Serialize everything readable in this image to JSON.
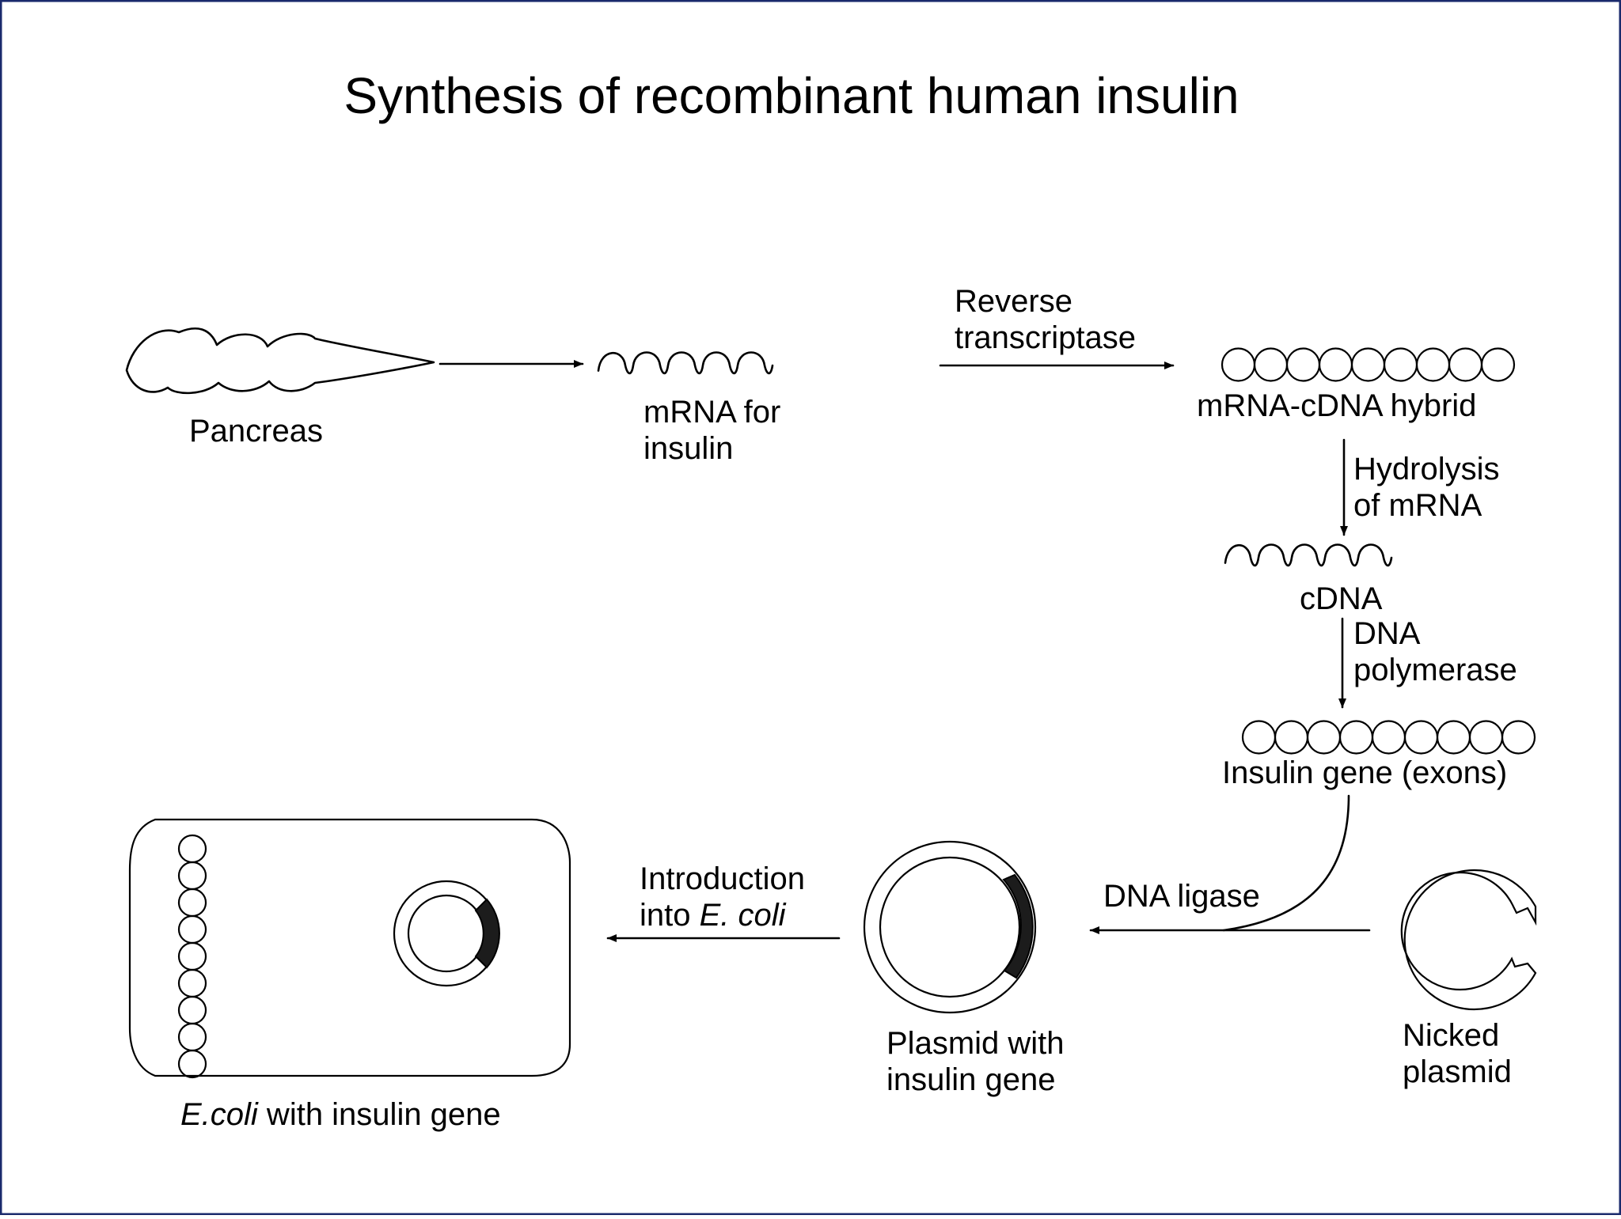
{
  "title": "Synthesis of recombinant human insulin",
  "border_color": "#1a2a6c",
  "stages": {
    "pancreas": "Pancreas",
    "mrna_line1": "mRNA for",
    "mrna_line2": "insulin",
    "hybrid": "mRNA-cDNA hybrid",
    "cdna": "cDNA",
    "gene": "Insulin gene (exons)",
    "nicked_line1": "Nicked",
    "nicked_line2": "plasmid",
    "plasmid_line1": "Plasmid with",
    "plasmid_line2": "insulin gene",
    "ecoli_italic": "E.coli",
    "ecoli_rest": " with insulin gene"
  },
  "steps": {
    "rt_line1": "Reverse",
    "rt_line2": "transcriptase",
    "hyd_line1": "Hydrolysis",
    "hyd_line2": "of mRNA",
    "pol_line1": "DNA",
    "pol_line2": "polymerase",
    "ligase": "DNA ligase",
    "intro_line1": "Introduction",
    "intro_line2_prefix": "into ",
    "intro_line2_italic": "E. coli"
  }
}
